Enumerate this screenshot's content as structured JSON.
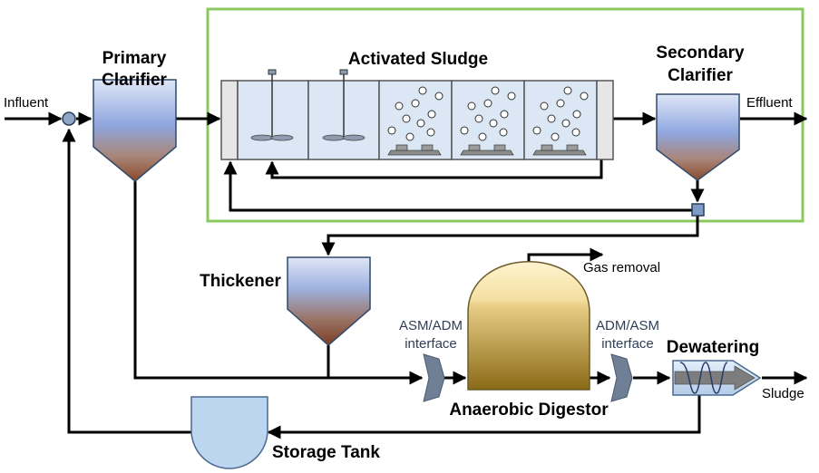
{
  "labels": {
    "influent": "Influent",
    "primary_clarifier_line1": "Primary",
    "primary_clarifier_line2": "Clarifier",
    "activated_sludge": "Activated Sludge",
    "secondary_clarifier_line1": "Secondary",
    "secondary_clarifier_line2": "Clarifier",
    "effluent": "Effluent",
    "thickener": "Thickener",
    "gas_removal": "Gas removal",
    "asm_adm_line1": "ASM/ADM",
    "asm_adm_line2": "interface",
    "adm_asm_line1": "ADM/ASM",
    "adm_asm_line2": "interface",
    "dewatering": "Dewatering",
    "anaerobic_digestor": "Anaerobic Digestor",
    "sludge": "Sludge",
    "storage_tank": "Storage Tank"
  },
  "colors": {
    "activated_sludge_border": "#8cc860",
    "reactor_fill": "#dbe7f5",
    "clarifier_top": "#9fb2e0",
    "clarifier_bottom": "#8a4a2c",
    "digestor_top": "#fff1c8",
    "digestor_bottom": "#8a6a16",
    "interface_fill": "#6e7f96",
    "storage_fill": "#bcd6ef",
    "pipe": "#000000"
  },
  "icons": {
    "mixer": "mixer-icon",
    "diffuser": "air-diffuser-icon",
    "bubble": "air-bubble-icon",
    "junction": "mixing-junction-icon",
    "splitter": "sludge-splitter-icon"
  }
}
